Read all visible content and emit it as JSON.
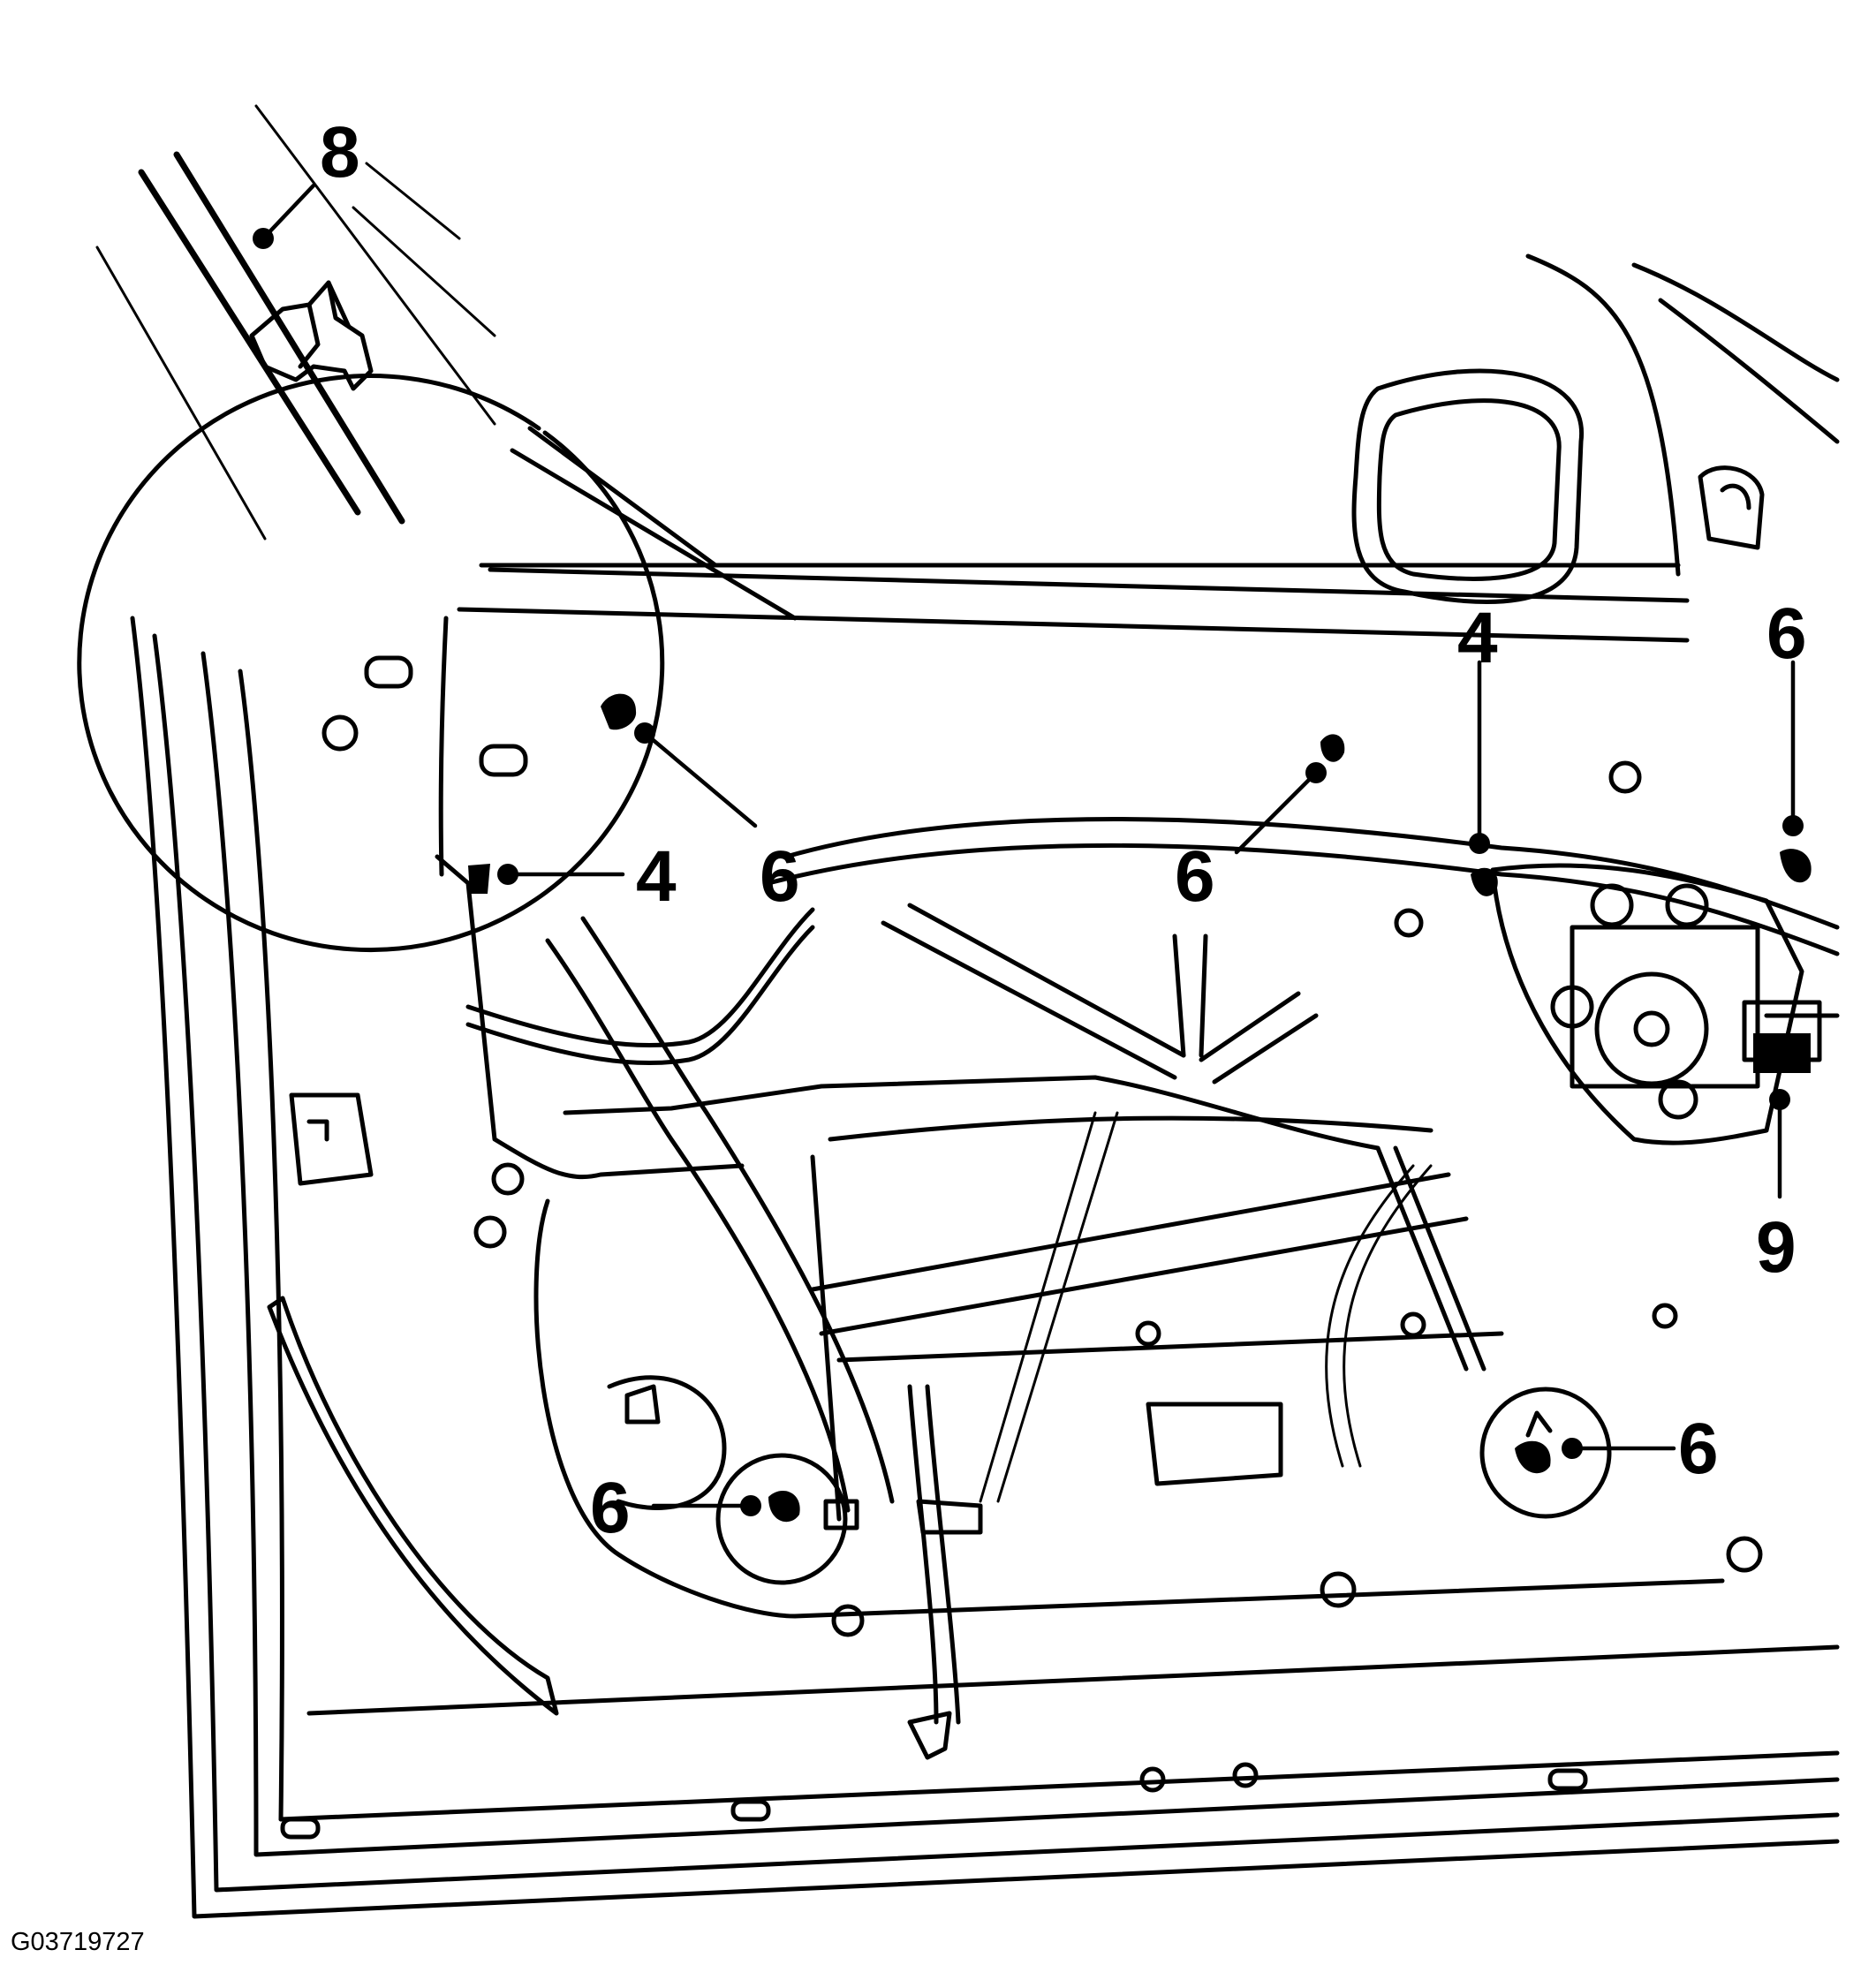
{
  "figure_id": "G03719727",
  "callouts": [
    {
      "id": "callout-8-detail",
      "label": "8"
    },
    {
      "id": "callout-4-upper-right",
      "label": "4"
    },
    {
      "id": "callout-6-far-right",
      "label": "6"
    },
    {
      "id": "callout-4-left",
      "label": "4"
    },
    {
      "id": "callout-6-upper-left",
      "label": "6"
    },
    {
      "id": "callout-6-upper-middle",
      "label": "6"
    },
    {
      "id": "callout-9-motor",
      "label": "9"
    },
    {
      "id": "callout-6-lower-right",
      "label": "6"
    },
    {
      "id": "callout-6-lower-left",
      "label": "6"
    }
  ]
}
